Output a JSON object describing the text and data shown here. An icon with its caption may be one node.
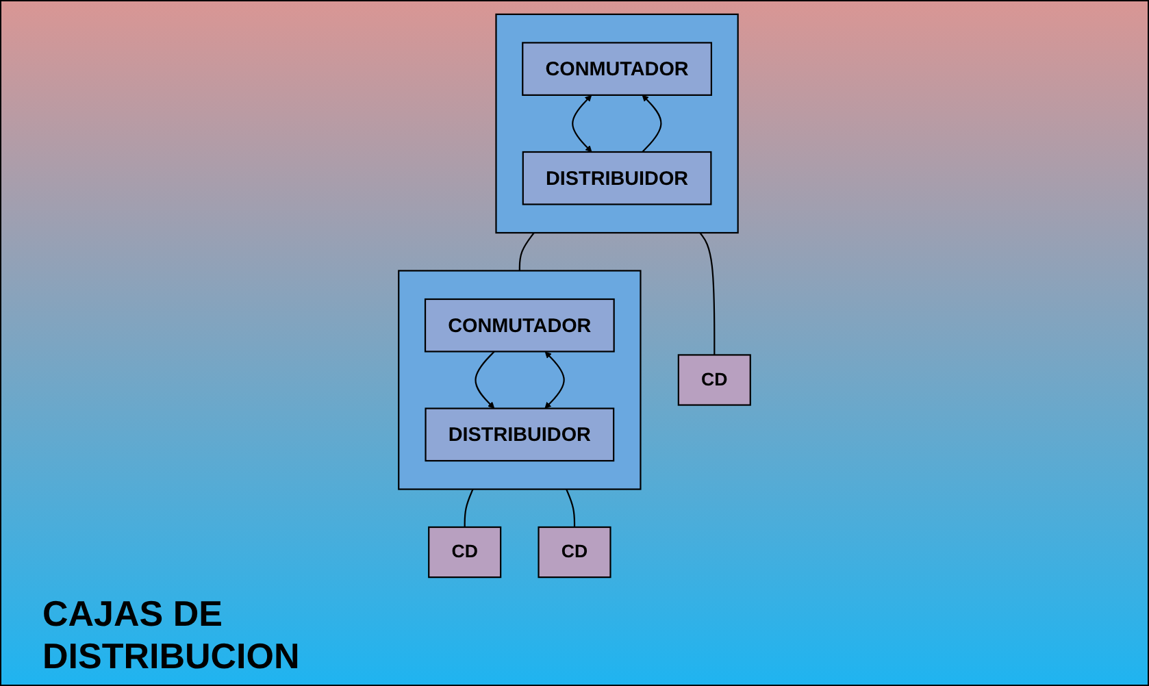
{
  "diagram": {
    "nodes": [
      {
        "text": [],
        "shape": "box"
      },
      {
        "text": [
          "CONMUTADOR"
        ],
        "in": 0
      },
      {
        "text": [
          "DISTRIBUIDOR"
        ],
        "in": 0
      },
      {
        "text": [],
        "shape": "box"
      },
      {
        "text": [
          "CONMUTADOR"
        ],
        "in": 3
      },
      {
        "text": [
          "DISTRIBUIDOR"
        ],
        "in": 3
      },
      {
        "text": [
          "CD"
        ]
      },
      {
        "text": [
          "CD"
        ]
      },
      {
        "text": [
          "CD"
        ]
      }
    ],
    "edges": [
      {
        "from": 1,
        "to": 2,
        "arrow": "both"
      },
      {
        "from": 2,
        "to": 1,
        "arrow": "to"
      },
      {
        "from": 0,
        "to": 3,
        "arrow": "none"
      },
      {
        "from": 0,
        "to": 6,
        "arrow": "none"
      },
      {
        "from": 4,
        "to": 5,
        "arrow": "to"
      },
      {
        "from": 4,
        "to": 5,
        "arrow": "both"
      },
      {
        "from": 3,
        "to": 7,
        "arrow": "none"
      },
      {
        "from": 3,
        "to": 8,
        "arrow": "none"
      }
    ],
    "labels": [
      "CAJAS DE DISTRIBUCION"
    ]
  }
}
